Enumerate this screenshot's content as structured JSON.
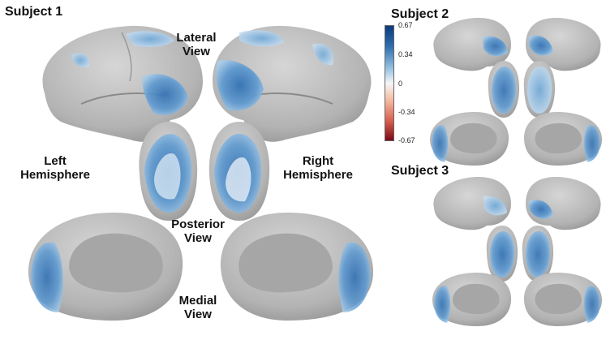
{
  "labels": {
    "subject1": "Subject 1",
    "subject2": "Subject 2",
    "subject3": "Subject 3",
    "lateral": "Lateral View",
    "posterior": "Posterior View",
    "medial": "Medial View",
    "left_hemi": "Left Hemisphere",
    "right_hemi": "Right Hemisphere"
  },
  "colorbar": {
    "ticks": [
      "0.67",
      "0.34",
      "0",
      "-0.34",
      "-0.67"
    ],
    "colors": {
      "max": "#0b3a7a",
      "mid": "#f7f7f7",
      "min": "#7a0a18"
    }
  },
  "colors": {
    "cortex": "#b8b8b8",
    "medial_wall": "#a9a9a9",
    "activation_blue": "#3d7fc0",
    "activation_light": "#a8cdea"
  }
}
